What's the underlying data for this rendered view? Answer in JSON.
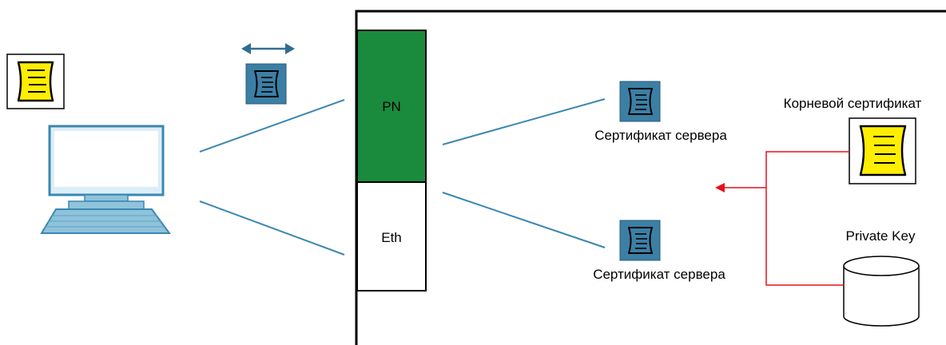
{
  "module": {
    "ports": [
      {
        "label": "PN"
      },
      {
        "label": "Eth"
      }
    ]
  },
  "certificates": {
    "server_label_top": "Сертификат сервера",
    "server_label_bottom": "Сертификат сервера",
    "root_label": "Корневой сертификат"
  },
  "key": {
    "label": "Private Key"
  },
  "icons": {
    "client_root_certificate": "certificate-icon",
    "transferred_certificate": "certificate-icon",
    "server_certificate": "certificate-icon",
    "root_certificate": "certificate-icon",
    "private_key": "database-icon",
    "pc": "pc-icon",
    "transfer": "double-arrow-icon"
  },
  "colors": {
    "pn_port": "#1a8a3c",
    "connection_line": "#3a87b0",
    "server_certificate": "#3c7fa5",
    "root_certificate": "#ffee00",
    "signing_path": "#e8101a",
    "pc_body": "#8fc3db"
  }
}
